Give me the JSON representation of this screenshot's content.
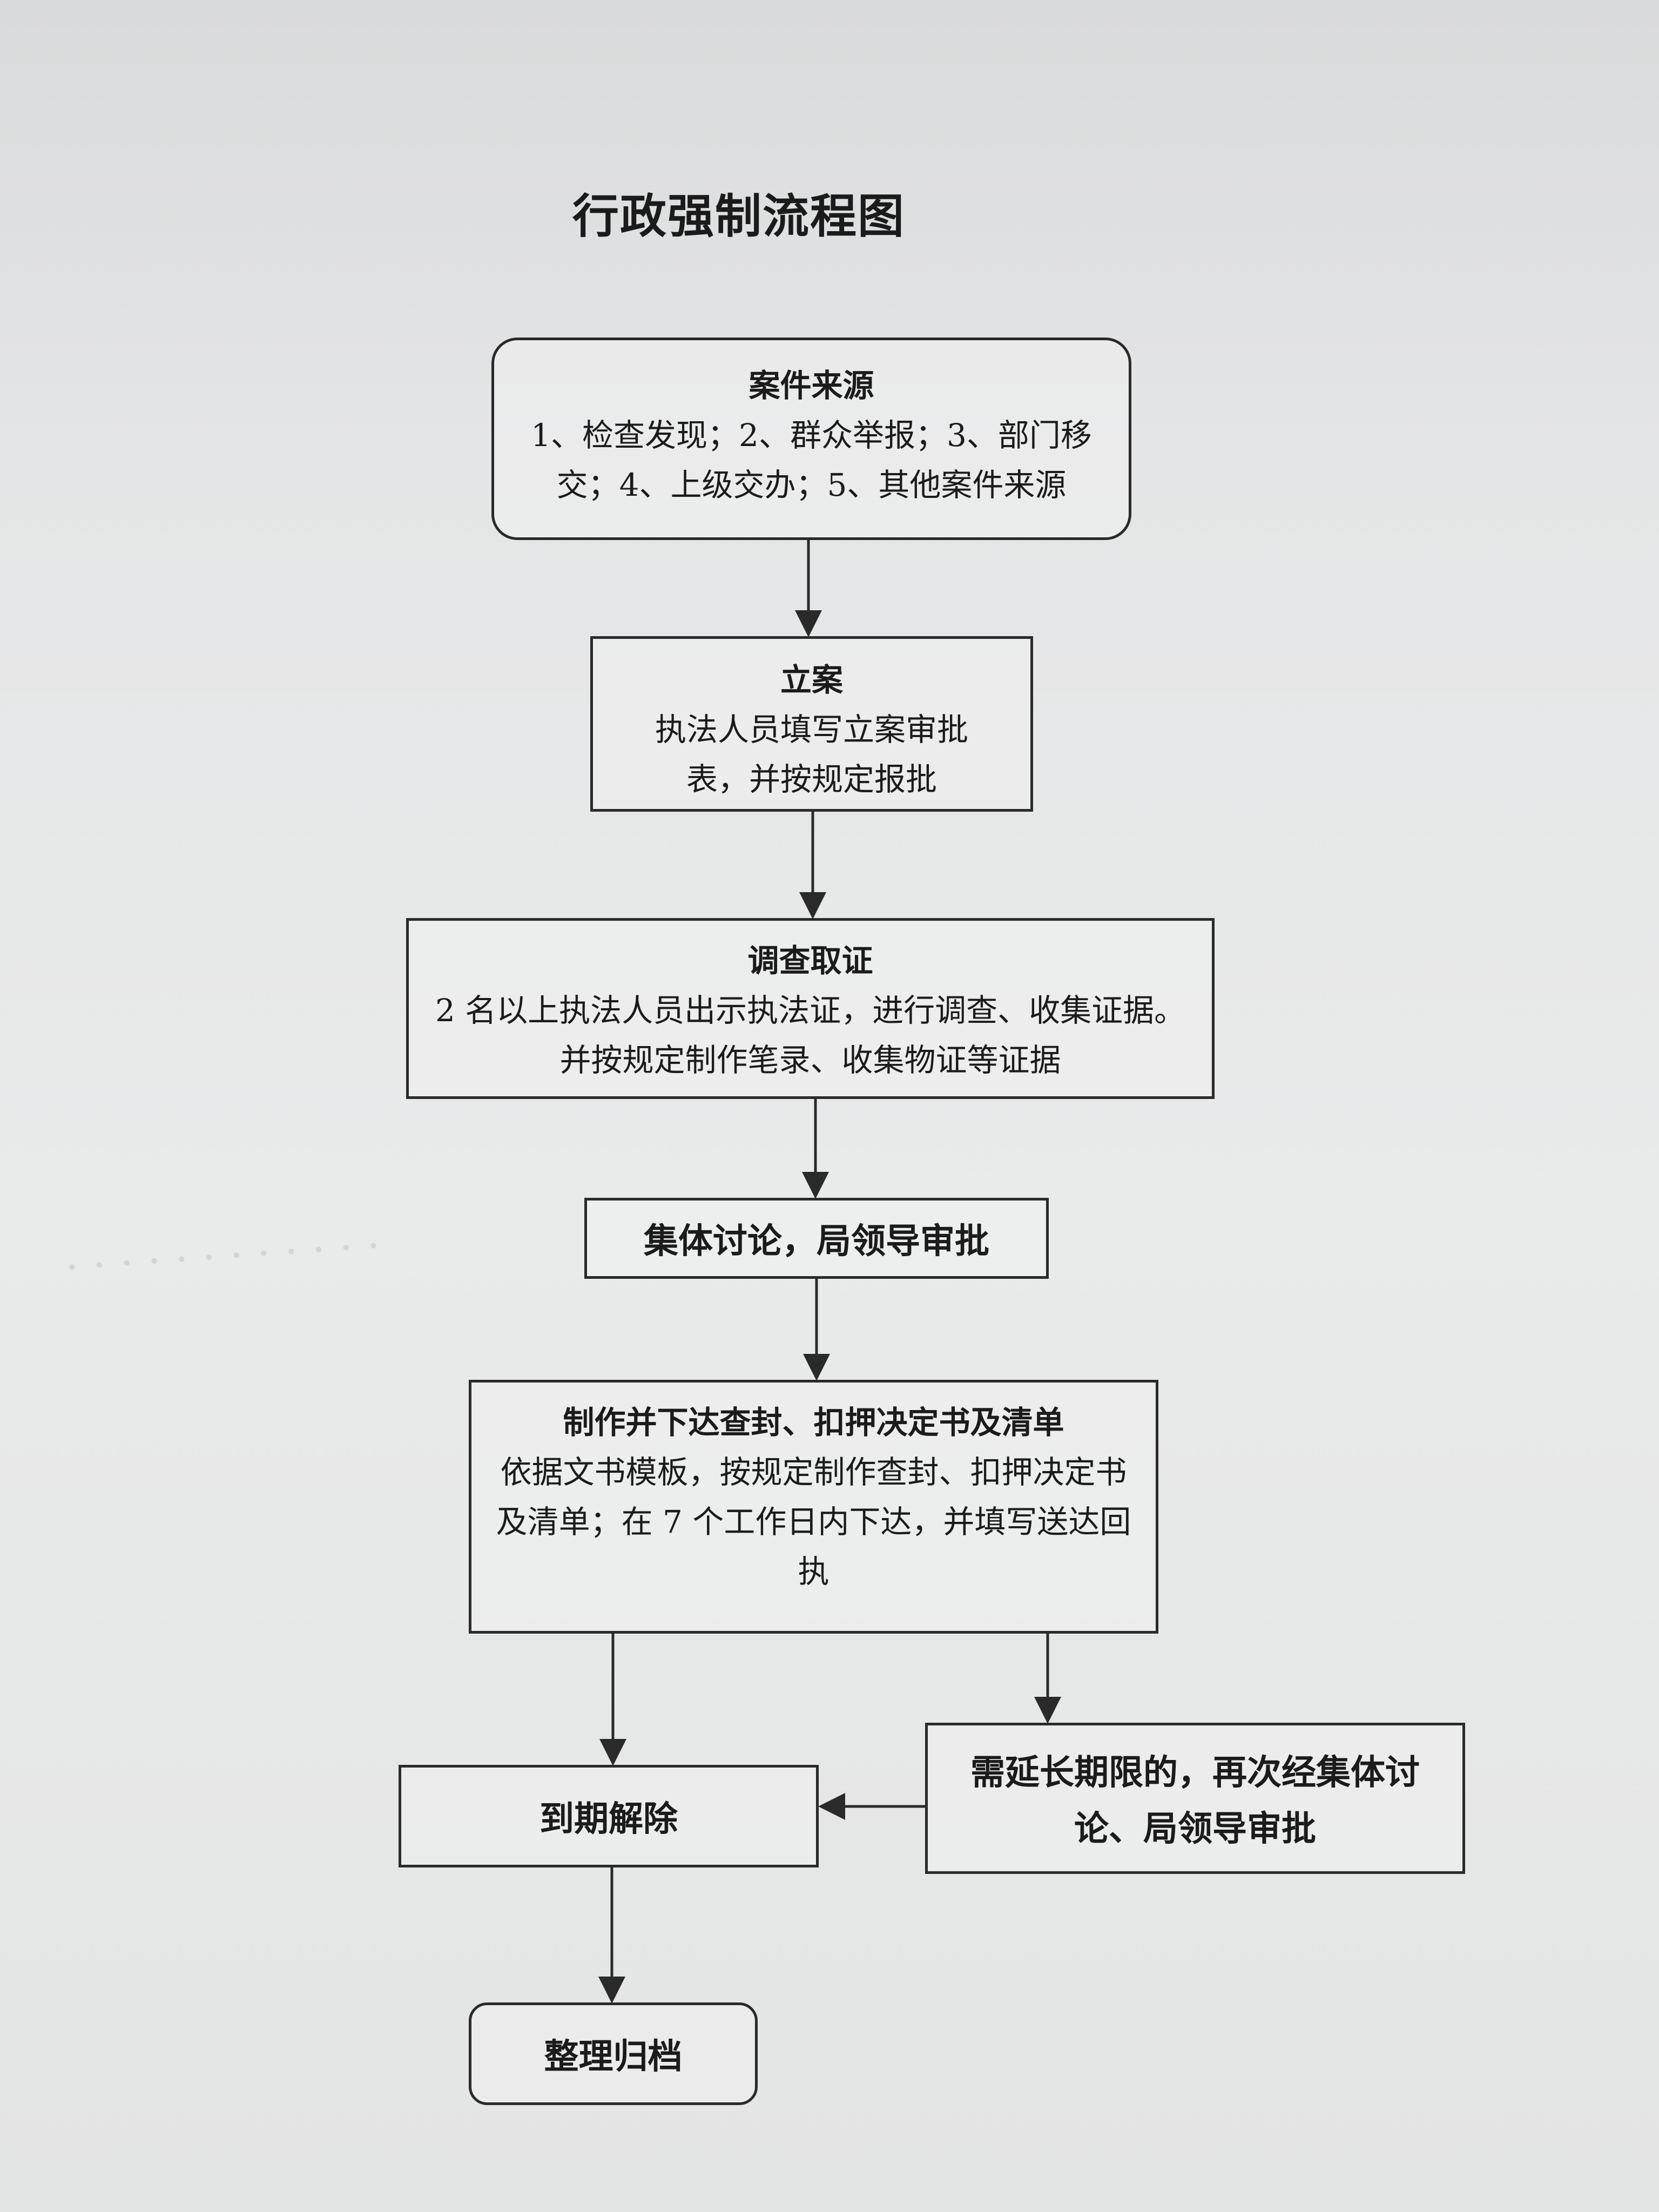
{
  "title": "行政强制流程图",
  "nodes": {
    "case_source": {
      "heading": "案件来源",
      "text": "1、检查发现；2、群众举报；3、部门移交；4、上级交办；5、其他案件来源"
    },
    "filing": {
      "heading": "立案",
      "text": "执法人员填写立案审批表，并按规定报批"
    },
    "investigation": {
      "heading": "调查取证",
      "text": "2 名以上执法人员出示执法证，进行调查、收集证据。并按规定制作笔录、收集物证等证据"
    },
    "collective_discussion": {
      "text": "集体讨论，局领导审批"
    },
    "decision": {
      "heading": "制作并下达查封、扣押决定书及清单",
      "text": "依据文书模板，按规定制作查封、扣押决定书及清单；在 7 个工作日内下达，并填写送达回执"
    },
    "expiry_release": {
      "text": "到期解除"
    },
    "extension": {
      "text": "需延长期限的，再次经集体讨论、局领导审批"
    },
    "archive": {
      "text": "整理归档"
    }
  }
}
